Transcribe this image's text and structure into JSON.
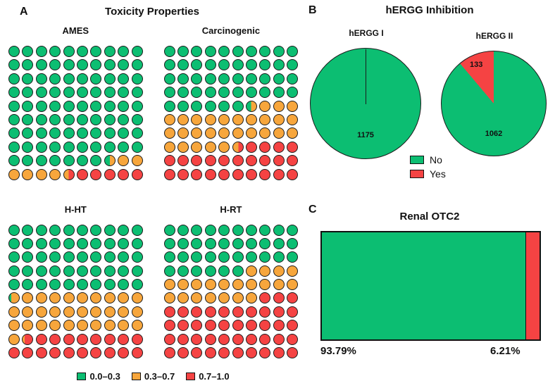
{
  "colors": {
    "green": "#0cbe72",
    "orange": "#f7a63c",
    "red": "#f54343"
  },
  "panel_a": {
    "label": "A",
    "title": "Toxicity Properties",
    "legend": [
      {
        "color_key": "green",
        "label": "0.0–0.3"
      },
      {
        "color_key": "orange",
        "label": "0.3–0.7"
      },
      {
        "color_key": "red",
        "label": "0.7–1.0"
      }
    ],
    "waffles": [
      {
        "title": "AMES",
        "rows": [
          [
            "g",
            "g",
            "g",
            "g",
            "g",
            "g",
            "g",
            "g",
            "g",
            "g"
          ],
          [
            "g",
            "g",
            "g",
            "g",
            "g",
            "g",
            "g",
            "g",
            "g",
            "g"
          ],
          [
            "g",
            "g",
            "g",
            "g",
            "g",
            "g",
            "g",
            "g",
            "g",
            "g"
          ],
          [
            "g",
            "g",
            "g",
            "g",
            "g",
            "g",
            "g",
            "g",
            "g",
            "g"
          ],
          [
            "g",
            "g",
            "g",
            "g",
            "g",
            "g",
            "g",
            "g",
            "g",
            "g"
          ],
          [
            "g",
            "g",
            "g",
            "g",
            "g",
            "g",
            "g",
            "g",
            "g",
            "g"
          ],
          [
            "g",
            "g",
            "g",
            "g",
            "g",
            "g",
            "g",
            "g",
            "g",
            "g"
          ],
          [
            "g",
            "g",
            "g",
            "g",
            "g",
            "g",
            "g",
            "g",
            "g",
            "g"
          ],
          [
            "g",
            "g",
            "g",
            "g",
            "g",
            "g",
            "g",
            "g/o/50",
            "o",
            "o"
          ],
          [
            "o",
            "o",
            "o",
            "o",
            "o/r/45",
            "r",
            "r",
            "r",
            "r",
            "r"
          ]
        ]
      },
      {
        "title": "Carcinogenic",
        "rows": [
          [
            "g",
            "g",
            "g",
            "g",
            "g",
            "g",
            "g",
            "g",
            "g",
            "g"
          ],
          [
            "g",
            "g",
            "g",
            "g",
            "g",
            "g",
            "g",
            "g",
            "g",
            "g"
          ],
          [
            "g",
            "g",
            "g",
            "g",
            "g",
            "g",
            "g",
            "g",
            "g",
            "g"
          ],
          [
            "g",
            "g",
            "g",
            "g",
            "g",
            "g",
            "g",
            "g",
            "g",
            "g"
          ],
          [
            "g",
            "g",
            "g",
            "g",
            "g",
            "g",
            "g/o/45",
            "o",
            "o",
            "o"
          ],
          [
            "o",
            "o",
            "o",
            "o",
            "o",
            "o",
            "o",
            "o",
            "o",
            "o"
          ],
          [
            "o",
            "o",
            "o",
            "o",
            "o",
            "o",
            "o",
            "o",
            "o",
            "o"
          ],
          [
            "o",
            "o",
            "o",
            "o",
            "o",
            "o/r/55",
            "r",
            "r",
            "r",
            "r"
          ],
          [
            "r",
            "r",
            "r",
            "r",
            "r",
            "r",
            "r",
            "r",
            "r",
            "r"
          ],
          [
            "r",
            "r",
            "r",
            "r",
            "r",
            "r",
            "r",
            "r",
            "r",
            "r"
          ]
        ]
      },
      {
        "title": "H-HT",
        "rows": [
          [
            "g",
            "g",
            "g",
            "g",
            "g",
            "g",
            "g",
            "g",
            "g",
            "g"
          ],
          [
            "g",
            "g",
            "g",
            "g",
            "g",
            "g",
            "g",
            "g",
            "g",
            "g"
          ],
          [
            "g",
            "g",
            "g",
            "g",
            "g",
            "g",
            "g",
            "g",
            "g",
            "g"
          ],
          [
            "g",
            "g",
            "g",
            "g",
            "g",
            "g",
            "g",
            "g",
            "g",
            "g"
          ],
          [
            "g",
            "g",
            "g",
            "g",
            "g",
            "g",
            "g",
            "g",
            "g",
            "g"
          ],
          [
            "g/o/20",
            "o",
            "o",
            "o",
            "o",
            "o",
            "o",
            "o",
            "o",
            "o"
          ],
          [
            "o",
            "o",
            "o",
            "o",
            "o",
            "o",
            "o",
            "o",
            "o",
            "o"
          ],
          [
            "o",
            "o",
            "o",
            "o",
            "o",
            "o",
            "o",
            "o",
            "o",
            "o"
          ],
          [
            "o",
            "o/r/20",
            "r",
            "r",
            "r",
            "r",
            "r",
            "r",
            "r",
            "r"
          ],
          [
            "r",
            "r",
            "r",
            "r",
            "r",
            "r",
            "r",
            "r",
            "r",
            "r"
          ]
        ]
      },
      {
        "title": "H-RT",
        "rows": [
          [
            "g",
            "g",
            "g",
            "g",
            "g",
            "g",
            "g",
            "g",
            "g",
            "g"
          ],
          [
            "g",
            "g",
            "g",
            "g",
            "g",
            "g",
            "g",
            "g",
            "g",
            "g"
          ],
          [
            "g",
            "g",
            "g",
            "g",
            "g",
            "g",
            "g",
            "g",
            "g",
            "g"
          ],
          [
            "g",
            "g",
            "g",
            "g",
            "g",
            "g",
            "o",
            "o",
            "o",
            "o"
          ],
          [
            "o",
            "o",
            "o",
            "o",
            "o",
            "o",
            "o",
            "o",
            "o",
            "o"
          ],
          [
            "o",
            "o",
            "o",
            "o",
            "o",
            "o",
            "o",
            "r",
            "r",
            "r"
          ],
          [
            "r",
            "r",
            "r",
            "r",
            "r",
            "r",
            "r",
            "r",
            "r",
            "r"
          ],
          [
            "r",
            "r",
            "r",
            "r",
            "r",
            "r",
            "r",
            "r",
            "r",
            "r"
          ],
          [
            "r",
            "r",
            "r",
            "r",
            "r",
            "r",
            "r",
            "r",
            "r",
            "r"
          ],
          [
            "r",
            "r",
            "r",
            "r",
            "r",
            "r",
            "r",
            "r",
            "r",
            "r"
          ]
        ]
      }
    ]
  },
  "panel_b": {
    "label": "B",
    "title": "hERGG Inhibition",
    "legend": [
      {
        "color_key": "green",
        "label": "No"
      },
      {
        "color_key": "red",
        "label": "Yes"
      }
    ],
    "pies": [
      {
        "title": "hERGG I",
        "slices": [
          {
            "legend": "No",
            "color_key": "green",
            "value": 1175
          }
        ],
        "hairline": true
      },
      {
        "title": "hERGG II",
        "slices": [
          {
            "legend": "No",
            "color_key": "green",
            "value": 1062
          },
          {
            "legend": "Yes",
            "color_key": "red",
            "value": 133
          }
        ]
      }
    ]
  },
  "panel_c": {
    "label": "C",
    "title": "Renal OTC2",
    "bar": {
      "segments": [
        {
          "color_key": "green",
          "pct": 93.79,
          "label": "93.79%"
        },
        {
          "color_key": "red",
          "pct": 6.21,
          "label": "6.21%"
        }
      ]
    }
  },
  "chart_data": [
    {
      "type": "waffle",
      "title": "AMES",
      "unit": "1 dot = 1%",
      "categories": [
        "0.0–0.3",
        "0.3–0.7",
        "0.7–1.0"
      ],
      "values": [
        87.5,
        7.0,
        5.5
      ]
    },
    {
      "type": "waffle",
      "title": "Carcinogenic",
      "unit": "1 dot = 1%",
      "categories": [
        "0.0–0.3",
        "0.3–0.7",
        "0.7–1.0"
      ],
      "values": [
        46.5,
        29.0,
        24.5
      ]
    },
    {
      "type": "waffle",
      "title": "H-HT",
      "unit": "1 dot = 1%",
      "categories": [
        "0.0–0.3",
        "0.3–0.7",
        "0.7–1.0"
      ],
      "values": [
        50.0,
        31.0,
        19.0
      ]
    },
    {
      "type": "waffle",
      "title": "H-RT",
      "unit": "1 dot = 1%",
      "categories": [
        "0.0–0.3",
        "0.3–0.7",
        "0.7–1.0"
      ],
      "values": [
        36.0,
        21.0,
        43.0
      ]
    },
    {
      "type": "pie",
      "title": "hERGG I",
      "labels": [
        "No"
      ],
      "values": [
        1175
      ],
      "legend_position": "below-between-pies"
    },
    {
      "type": "pie",
      "title": "hERGG II",
      "labels": [
        "No",
        "Yes"
      ],
      "values": [
        1062,
        133
      ]
    },
    {
      "type": "bar",
      "title": "Renal OTC2",
      "orientation": "horizontal-stacked",
      "labels": [
        "93.79%",
        "6.21%"
      ],
      "values": [
        93.79,
        6.21
      ]
    }
  ]
}
